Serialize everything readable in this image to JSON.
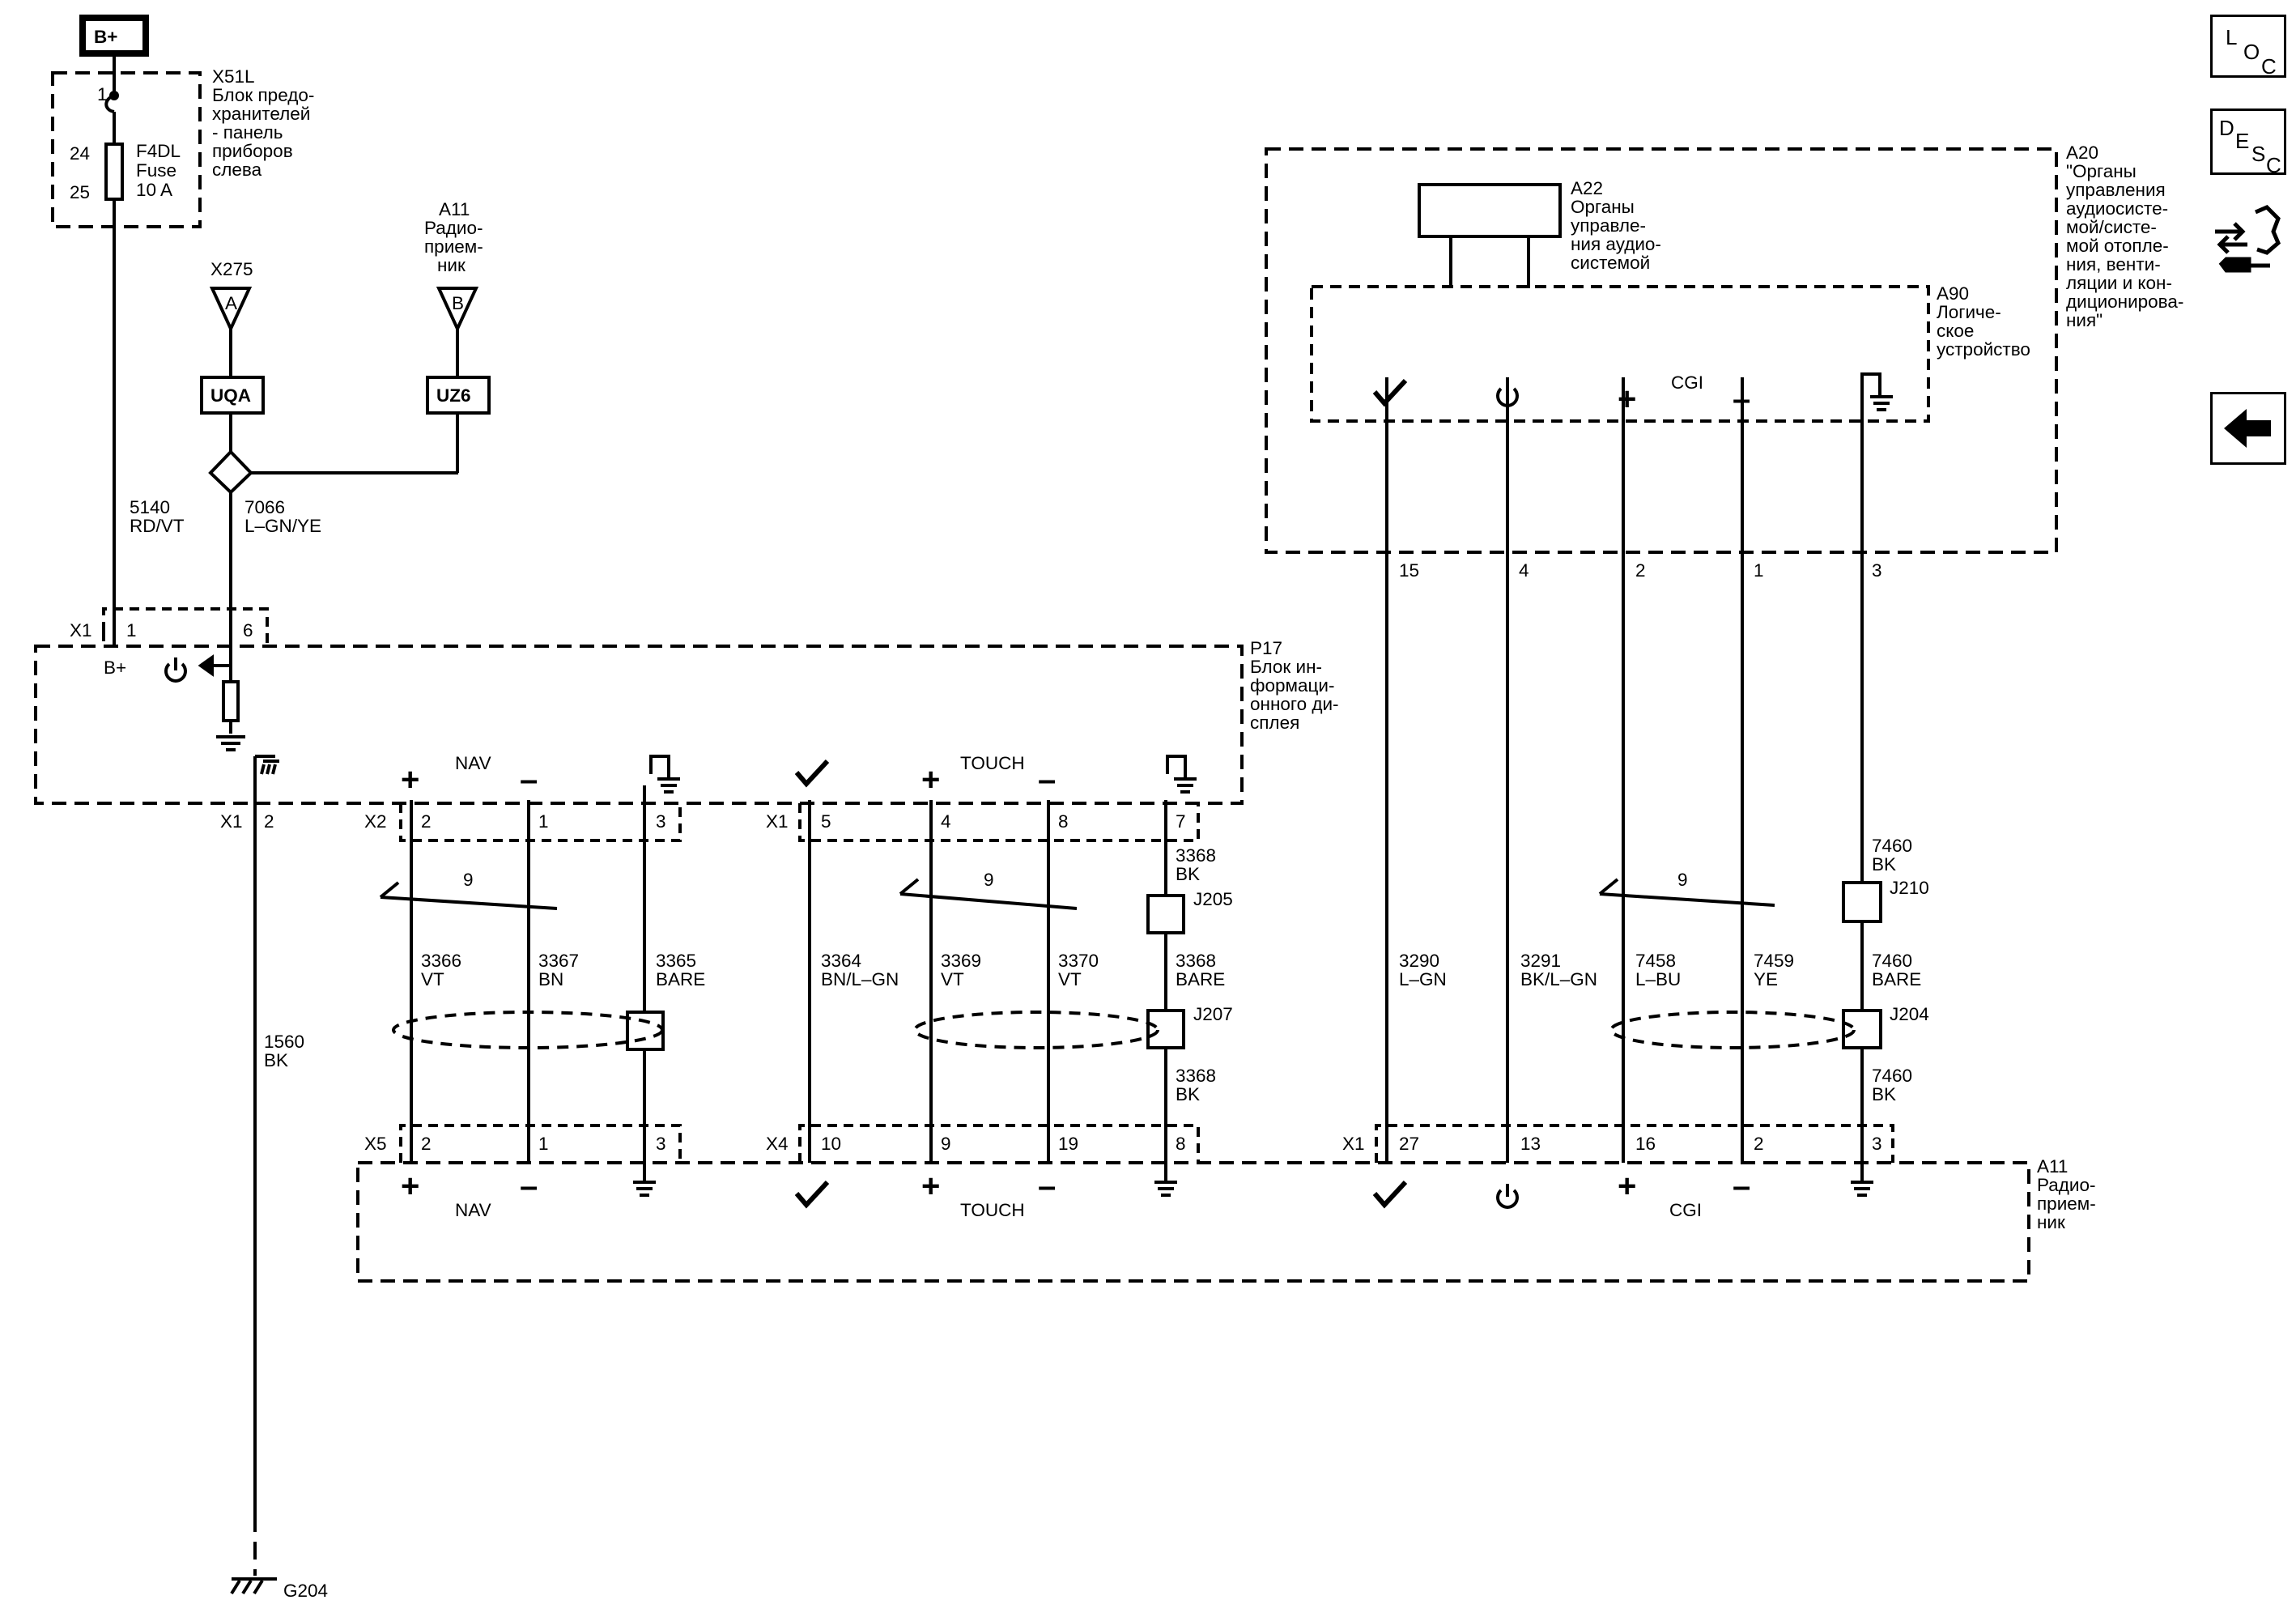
{
  "power": {
    "label": "B+"
  },
  "fuse_block": {
    "title": [
      "X51L",
      "Блок предо-",
      "хранителей",
      "- панель",
      "приборов",
      "слева"
    ],
    "pin_top": "1",
    "pin_in": "24",
    "pin_out": "25",
    "fuse": [
      "F4DL",
      "Fuse",
      "10 A"
    ]
  },
  "x275": {
    "name": "X275",
    "letter": "A",
    "box": "UQA"
  },
  "a11_top": {
    "lines": [
      "A11",
      "Радио-",
      "прием-",
      "ник"
    ],
    "letter": "B",
    "box": "UZ6"
  },
  "wire_5140": [
    "5140",
    "RD/VT"
  ],
  "wire_7066": [
    "7066",
    "L–GN/YE"
  ],
  "p17": {
    "lines": [
      "P17",
      "Блок ин-",
      "формаци-",
      "онного ди-",
      "сплея"
    ],
    "x1_top": "X1",
    "pin1": "1",
    "pin6": "6",
    "bplus": "B+",
    "nav": "NAV",
    "touch": "TOUCH",
    "x1b": "X1",
    "pin2": "2",
    "x2": "X2",
    "x2_pins": [
      "2",
      "1",
      "3"
    ],
    "x1c": "X1",
    "x1c_pins": [
      "5",
      "4",
      "8",
      "7"
    ]
  },
  "wire_1560": [
    "1560",
    "BK"
  ],
  "ground": "G204",
  "twist": [
    "9",
    "9",
    "9"
  ],
  "wires_mid": {
    "w3366": [
      "3366",
      "VT"
    ],
    "w3367": [
      "3367",
      "BN"
    ],
    "w3365": [
      "3365",
      "BARE"
    ],
    "w3364": [
      "3364",
      "BN/L–GN"
    ],
    "w3369": [
      "3369",
      "VT"
    ],
    "w3370": [
      "3370",
      "VT"
    ],
    "w3368a": [
      "3368",
      "BK"
    ],
    "w3368b": [
      "3368",
      "BARE"
    ],
    "w3368c": [
      "3368",
      "BK"
    ],
    "w3290": [
      "3290",
      "L–GN"
    ],
    "w3291": [
      "3291",
      "BK/L–GN"
    ],
    "w7458": [
      "7458",
      "L–BU"
    ],
    "w7459": [
      "7459",
      "YE"
    ],
    "w7460a": [
      "7460",
      "BK"
    ],
    "w7460b": [
      "7460",
      "BARE"
    ],
    "w7460c": [
      "7460",
      "BK"
    ]
  },
  "splices": {
    "j205": "J205",
    "j207": "J207",
    "j210": "J210",
    "j204": "J204"
  },
  "a11_bottom": {
    "lines": [
      "A11",
      "Радио-",
      "прием-",
      "ник"
    ],
    "x5": "X5",
    "x5_pins": [
      "2",
      "1",
      "3"
    ],
    "x4": "X4",
    "x4_pins": [
      "10",
      "9",
      "19",
      "8"
    ],
    "x1": "X1",
    "x1_pins": [
      "27",
      "13",
      "16",
      "2",
      "3"
    ],
    "nav": "NAV",
    "touch": "TOUCH",
    "cgi": "CGI"
  },
  "a20": {
    "lines": [
      "A20",
      "\"Органы",
      "управления",
      "аудиосисте-",
      "мой/систе-",
      "мой отопле-",
      "ния, венти-",
      "ляции и кон-",
      "диционирова-",
      "ния\""
    ],
    "pins": [
      "15",
      "4",
      "2",
      "1",
      "3"
    ]
  },
  "a22": {
    "lines": [
      "A22",
      "Органы",
      "управле-",
      "ния аудио-",
      "системой"
    ]
  },
  "a90": {
    "lines": [
      "A90",
      "Логиче-",
      "ское",
      "устройство"
    ],
    "cgi": "CGI"
  },
  "nav_buttons": {
    "loc": [
      "L",
      "O",
      "C"
    ],
    "desc": [
      "D",
      "E",
      "S",
      "C"
    ]
  },
  "colors": {
    "line": "#000000",
    "background": "#ffffff"
  }
}
